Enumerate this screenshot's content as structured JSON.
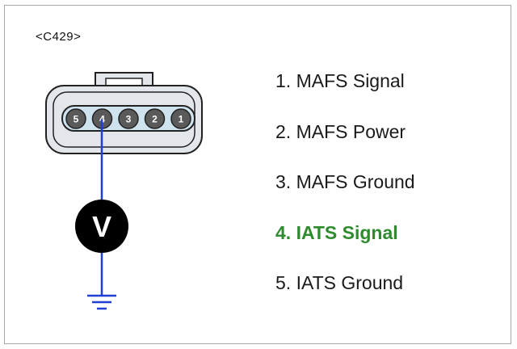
{
  "connector_id": "<C429>",
  "meter_symbol": "V",
  "connector_pins": [
    "5",
    "4",
    "3",
    "2",
    "1"
  ],
  "pin_descriptions": [
    {
      "text": "1. MAFS Signal",
      "highlight": false
    },
    {
      "text": "2. MAFS Power",
      "highlight": false
    },
    {
      "text": "3. MAFS Ground",
      "highlight": false
    },
    {
      "text": "4. IATS Signal",
      "highlight": true
    },
    {
      "text": "5. IATS Ground",
      "highlight": false
    }
  ],
  "colors": {
    "wire": "#1f3fd6",
    "highlight_text": "#2e8b2e",
    "connector_body": "#e3e6ea",
    "pin_fill": "#cfe3ef",
    "pin_outline": "#222222"
  }
}
